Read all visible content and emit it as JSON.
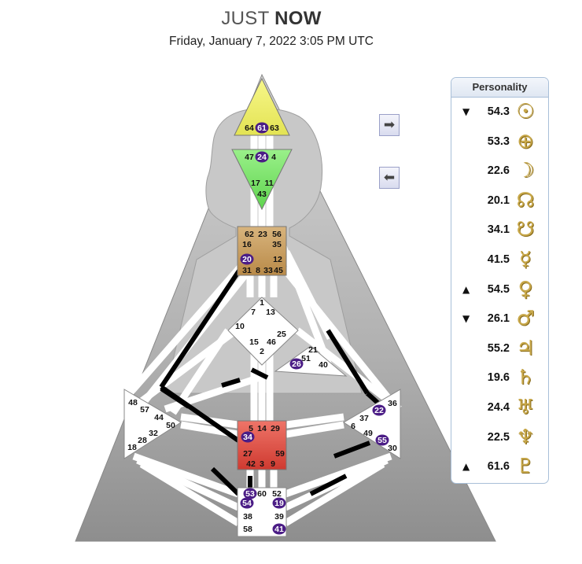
{
  "header": {
    "title_light": "JUST",
    "title_bold": "NOW",
    "datetime": "Friday, January 7, 2022 3:05 PM UTC"
  },
  "panel": {
    "title": "Personality",
    "rows": [
      {
        "arrow": "▼",
        "value": "54.3",
        "icon": "sun-icon",
        "glyph": "☉"
      },
      {
        "arrow": "",
        "value": "53.3",
        "icon": "earth-icon",
        "glyph": "⊕"
      },
      {
        "arrow": "",
        "value": "22.6",
        "icon": "moon-icon",
        "glyph": "☽"
      },
      {
        "arrow": "",
        "value": "20.1",
        "icon": "north-node-icon",
        "glyph": "☊"
      },
      {
        "arrow": "",
        "value": "34.1",
        "icon": "south-node-icon",
        "glyph": "☋"
      },
      {
        "arrow": "",
        "value": "41.5",
        "icon": "mercury-icon",
        "glyph": "☿"
      },
      {
        "arrow": "▲",
        "value": "54.5",
        "icon": "venus-icon",
        "glyph": "♀"
      },
      {
        "arrow": "▼",
        "value": "26.1",
        "icon": "mars-icon",
        "glyph": "♂"
      },
      {
        "arrow": "",
        "value": "55.2",
        "icon": "jupiter-icon",
        "glyph": "♃"
      },
      {
        "arrow": "",
        "value": "19.6",
        "icon": "saturn-icon",
        "glyph": "♄"
      },
      {
        "arrow": "",
        "value": "24.4",
        "icon": "uranus-icon",
        "glyph": "♅"
      },
      {
        "arrow": "",
        "value": "22.5",
        "icon": "neptune-icon",
        "glyph": "♆"
      },
      {
        "arrow": "▲",
        "value": "61.6",
        "icon": "pluto-icon",
        "glyph": "♇"
      }
    ]
  },
  "nav": {
    "next_icon": "arrow-right-icon",
    "next_glyph": "➡",
    "prev_icon": "arrow-left-icon",
    "prev_glyph": "⬅"
  },
  "colors": {
    "head": "#f3f36a",
    "ajna": "#7ce86a",
    "throat": "#c79a55",
    "sacral": "#e24a3e",
    "root": "#ffffff",
    "defined_channel": "#000000",
    "activated_gate": "#4b1d86"
  },
  "gates": [
    {
      "id": "64",
      "activated": false
    },
    {
      "id": "61",
      "activated": true
    },
    {
      "id": "63",
      "activated": false
    },
    {
      "id": "47",
      "activated": false
    },
    {
      "id": "24",
      "activated": true
    },
    {
      "id": "4",
      "activated": false
    },
    {
      "id": "17",
      "activated": false
    },
    {
      "id": "11",
      "activated": false
    },
    {
      "id": "43",
      "activated": false
    },
    {
      "id": "62",
      "activated": false
    },
    {
      "id": "23",
      "activated": false
    },
    {
      "id": "56",
      "activated": false
    },
    {
      "id": "16",
      "activated": false
    },
    {
      "id": "35",
      "activated": false
    },
    {
      "id": "20",
      "activated": true
    },
    {
      "id": "12",
      "activated": false
    },
    {
      "id": "31",
      "activated": false
    },
    {
      "id": "8",
      "activated": false
    },
    {
      "id": "33",
      "activated": false
    },
    {
      "id": "45",
      "activated": false
    },
    {
      "id": "1",
      "activated": false
    },
    {
      "id": "7",
      "activated": false
    },
    {
      "id": "13",
      "activated": false
    },
    {
      "id": "10",
      "activated": false
    },
    {
      "id": "25",
      "activated": false
    },
    {
      "id": "15",
      "activated": false
    },
    {
      "id": "46",
      "activated": false
    },
    {
      "id": "2",
      "activated": false
    },
    {
      "id": "21",
      "activated": false
    },
    {
      "id": "51",
      "activated": false
    },
    {
      "id": "26",
      "activated": true
    },
    {
      "id": "40",
      "activated": false
    },
    {
      "id": "48",
      "activated": false
    },
    {
      "id": "57",
      "activated": false
    },
    {
      "id": "44",
      "activated": false
    },
    {
      "id": "50",
      "activated": false
    },
    {
      "id": "32",
      "activated": false
    },
    {
      "id": "28",
      "activated": false
    },
    {
      "id": "18",
      "activated": false
    },
    {
      "id": "5",
      "activated": false
    },
    {
      "id": "14",
      "activated": false
    },
    {
      "id": "29",
      "activated": false
    },
    {
      "id": "34",
      "activated": true
    },
    {
      "id": "27",
      "activated": false
    },
    {
      "id": "59",
      "activated": false
    },
    {
      "id": "42",
      "activated": false
    },
    {
      "id": "3",
      "activated": false
    },
    {
      "id": "9",
      "activated": false
    },
    {
      "id": "36",
      "activated": false
    },
    {
      "id": "22",
      "activated": true
    },
    {
      "id": "37",
      "activated": false
    },
    {
      "id": "6",
      "activated": false
    },
    {
      "id": "49",
      "activated": false
    },
    {
      "id": "55",
      "activated": true
    },
    {
      "id": "30",
      "activated": false
    },
    {
      "id": "53",
      "activated": true
    },
    {
      "id": "60",
      "activated": false
    },
    {
      "id": "52",
      "activated": false
    },
    {
      "id": "54",
      "activated": true
    },
    {
      "id": "19",
      "activated": true
    },
    {
      "id": "38",
      "activated": false
    },
    {
      "id": "39",
      "activated": false
    },
    {
      "id": "58",
      "activated": false
    },
    {
      "id": "41",
      "activated": true
    }
  ]
}
